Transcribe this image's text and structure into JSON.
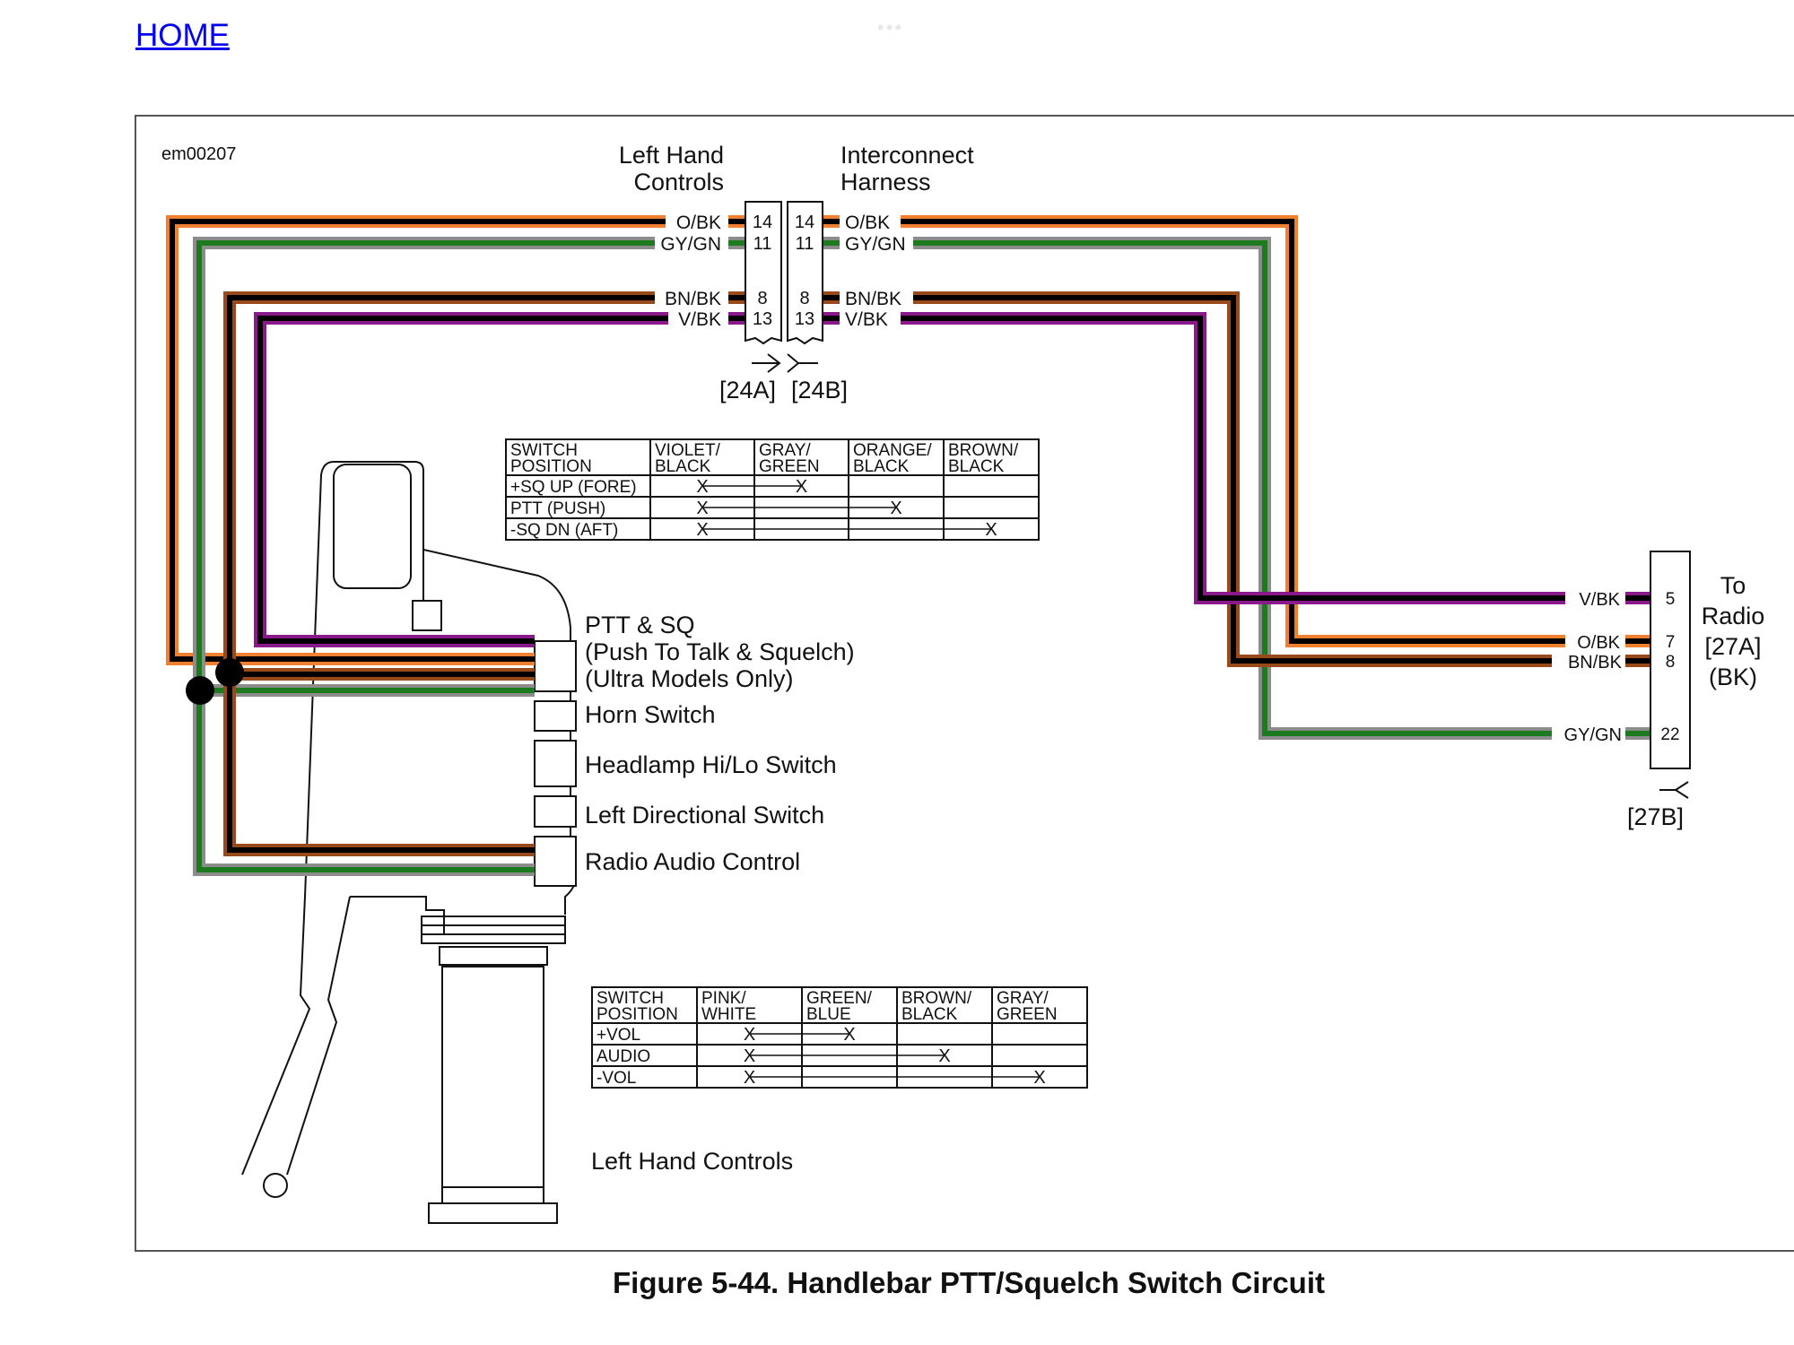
{
  "nav": {
    "home_label": "HOME"
  },
  "figure": {
    "id_label": "em00207",
    "caption": "Figure 5-44. Handlebar PTT/Squelch Switch Circuit",
    "left_header": [
      "Left Hand",
      "Controls"
    ],
    "right_header": [
      "Interconnect",
      "Harness"
    ],
    "connector_a": "[24A]",
    "connector_b": "[24B]",
    "radio_label": [
      "To",
      "Radio",
      "[27A]",
      "(BK)"
    ],
    "radio_connector_b": "[27B]",
    "bottom_label": "Left Hand Controls",
    "switch_labels": {
      "ptt": [
        "PTT & SQ",
        "(Push To Talk & Squelch)",
        "(Ultra Models Only)"
      ],
      "horn": "Horn Switch",
      "headlamp": "Headlamp Hi/Lo Switch",
      "directional": "Left Directional Switch",
      "radio_audio": "Radio Audio Control"
    },
    "wires": [
      {
        "code": "O/BK",
        "pin_24": "14",
        "pin_27": "7",
        "base": "#f08030",
        "stripe": "#000000"
      },
      {
        "code": "GY/GN",
        "pin_24": "11",
        "pin_27": "22",
        "base": "#8c8c8c",
        "stripe": "#1e7a1e"
      },
      {
        "code": "BN/BK",
        "pin_24": "8",
        "pin_27": "8",
        "base": "#9a4a1a",
        "stripe": "#000000"
      },
      {
        "code": "V/BK",
        "pin_24": "13",
        "pin_27": "5",
        "base": "#8a1a8a",
        "stripe": "#000000"
      }
    ],
    "table_squelch": {
      "headers": [
        [
          "SWITCH",
          "POSITION"
        ],
        [
          "VIOLET/",
          "BLACK"
        ],
        [
          "GRAY/",
          "GREEN"
        ],
        [
          "ORANGE/",
          "BLACK"
        ],
        [
          "BROWN/",
          "BLACK"
        ]
      ],
      "rows": [
        {
          "label": "+SQ UP (FORE)",
          "from": 1,
          "to": 2
        },
        {
          "label": "PTT (PUSH)",
          "from": 1,
          "to": 3
        },
        {
          "label": "-SQ DN (AFT)",
          "from": 1,
          "to": 4
        }
      ]
    },
    "table_audio": {
      "headers": [
        [
          "SWITCH",
          "POSITION"
        ],
        [
          "PINK/",
          "WHITE"
        ],
        [
          "GREEN/",
          "BLUE"
        ],
        [
          "BROWN/",
          "BLACK"
        ],
        [
          "GRAY/",
          "GREEN"
        ]
      ],
      "rows": [
        {
          "label": "+VOL",
          "from": 1,
          "to": 2
        },
        {
          "label": "AUDIO",
          "from": 1,
          "to": 3
        },
        {
          "label": "-VOL",
          "from": 1,
          "to": 4
        }
      ]
    },
    "mark": "X"
  }
}
